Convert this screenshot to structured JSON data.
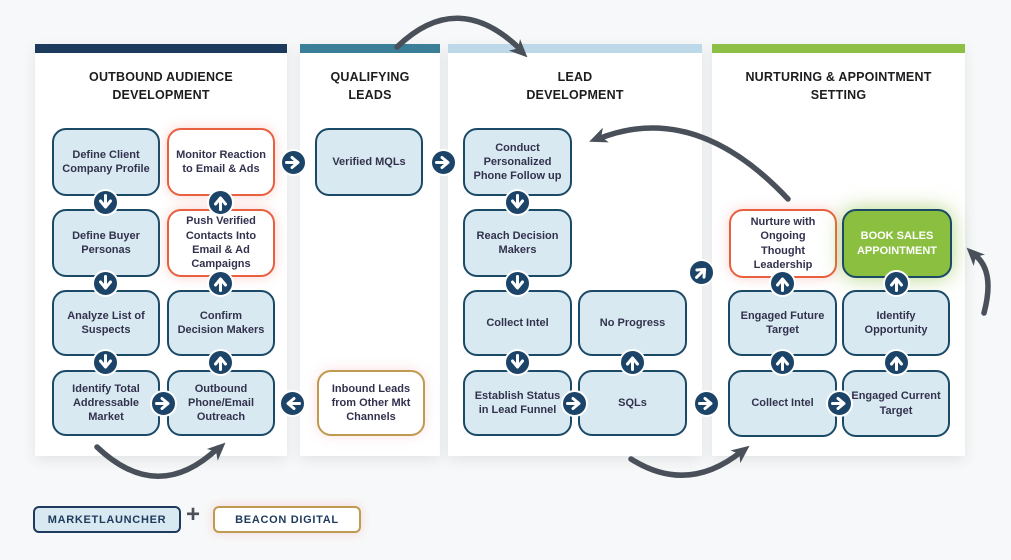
{
  "palette": {
    "page_background": "#f7f8f9",
    "navy_bar": "#1b3a5c",
    "teal_bar": "#3b7e97",
    "light_blue_bar": "#bcd8e9",
    "green_bar": "#8dbf44",
    "box_fill_light_blue": "#d9e9f1",
    "box_border_navy": "#1b4a66",
    "box_border_red": "#e8603f",
    "box_border_gold": "#bf9b50",
    "box_fill_green": "#8abf40",
    "arrow_circle_navy": "#1b4468",
    "arc_gray": "#495059",
    "box_text": "#32324e"
  },
  "icons": {
    "down-arrow-icon": "↓",
    "up-arrow-icon": "↑",
    "right-arrow-icon": "→",
    "left-arrow-icon": "←",
    "up-right-arrow-icon": "↗"
  },
  "columns": [
    {
      "title": "OUTBOUND AUDIENCE DEVELOPMENT",
      "header_color": "#1b3a5c",
      "boxes": [
        {
          "label": "Define Client Company Profile",
          "style": "light"
        },
        {
          "label": "Monitor Reaction to Email & Ads",
          "style": "red"
        },
        {
          "label": "Define Buyer Personas",
          "style": "light"
        },
        {
          "label": "Push Verified Contacts Into Email & Ad Campaigns",
          "style": "red"
        },
        {
          "label": "Analyze List of Suspects",
          "style": "light"
        },
        {
          "label": "Confirm Decision Makers",
          "style": "light"
        },
        {
          "label": "Identify Total Addressable Market",
          "style": "light"
        },
        {
          "label": "Outbound Phone/Email Outreach",
          "style": "light"
        }
      ]
    },
    {
      "title": "QUALIFYING LEADS",
      "header_color": "#3b7e97",
      "boxes": [
        {
          "label": "Verified MQLs",
          "style": "light"
        },
        {
          "label": "Inbound Leads from Other Mkt Channels",
          "style": "gold"
        }
      ]
    },
    {
      "title": "LEAD DEVELOPMENT",
      "header_color": "#bcd8e9",
      "boxes": [
        {
          "label": "Conduct Personalized Phone Follow up",
          "style": "light"
        },
        {
          "label": "Reach Decision Makers",
          "style": "light"
        },
        {
          "label": "Collect Intel",
          "style": "light"
        },
        {
          "label": "No Progress",
          "style": "light"
        },
        {
          "label": "Establish Status in Lead Funnel",
          "style": "light"
        },
        {
          "label": "SQLs",
          "style": "light"
        }
      ]
    },
    {
      "title": "NURTURING & APPOINTMENT SETTING",
      "header_color": "#8dbf44",
      "boxes": [
        {
          "label": "Nurture with Ongoing Thought Leadership",
          "style": "red"
        },
        {
          "label": "BOOK SALES APPOINTMENT",
          "style": "green"
        },
        {
          "label": "Engaged Future Target",
          "style": "light"
        },
        {
          "label": "Identify Opportunity",
          "style": "light"
        },
        {
          "label": "Collect Intel",
          "style": "light"
        },
        {
          "label": "Engaged Current Target",
          "style": "light"
        }
      ]
    }
  ],
  "footer": {
    "brand1": "MARKETLAUNCHER",
    "plus": "+",
    "brand2": "BEACON DIGITAL"
  }
}
